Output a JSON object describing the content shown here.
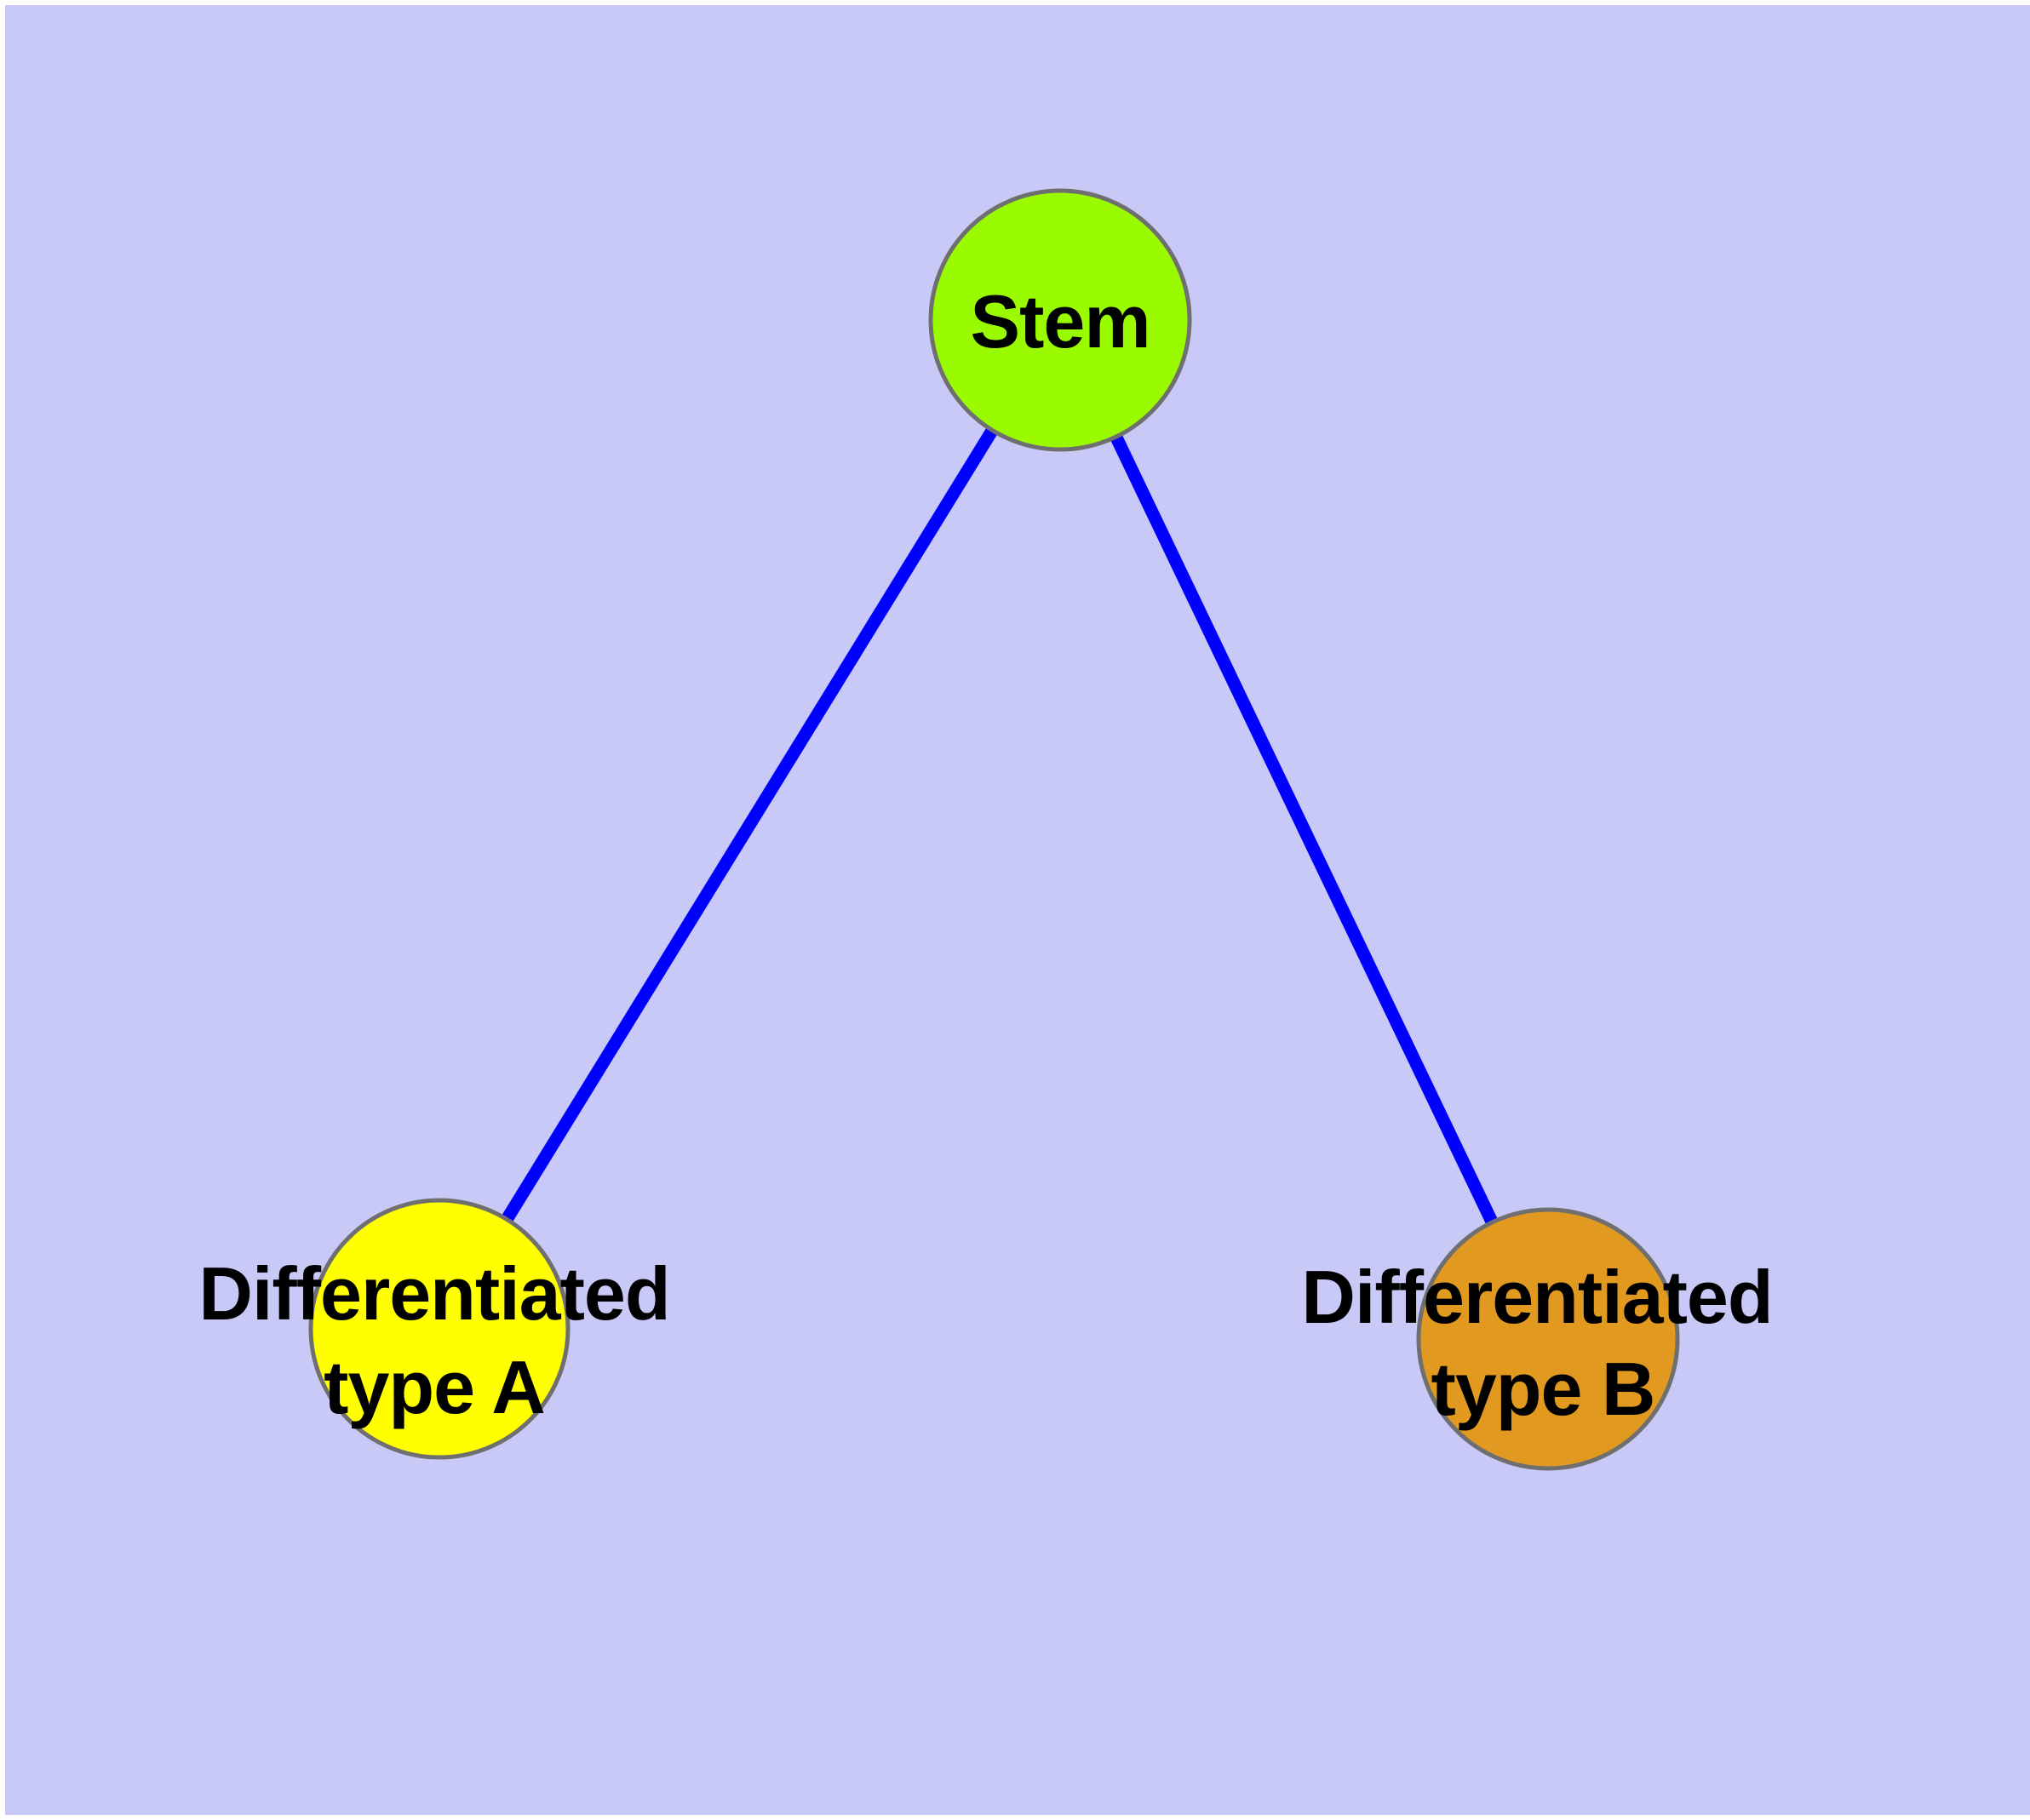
{
  "canvas": {
    "page_background_color": "#FFFFFF",
    "plot_background_color": "#C9C9F8"
  },
  "graph": {
    "edge_color": "#0000FF",
    "node_border_color": "#6F6F6F",
    "label_color": "#000000",
    "nodes": {
      "stem": {
        "label": "Stem",
        "fill": "#9AFB00"
      },
      "type_a": {
        "label_line1": "Differentiated",
        "label_line2": "type A",
        "fill": "#FFFF00"
      },
      "type_b": {
        "label_line1": "Differentiated",
        "label_line2": "type B",
        "fill": "#E2991F"
      }
    },
    "edges": [
      {
        "from": "Stem",
        "to": "Differentiated type A"
      },
      {
        "from": "Stem",
        "to": "Differentiated type B"
      }
    ]
  }
}
